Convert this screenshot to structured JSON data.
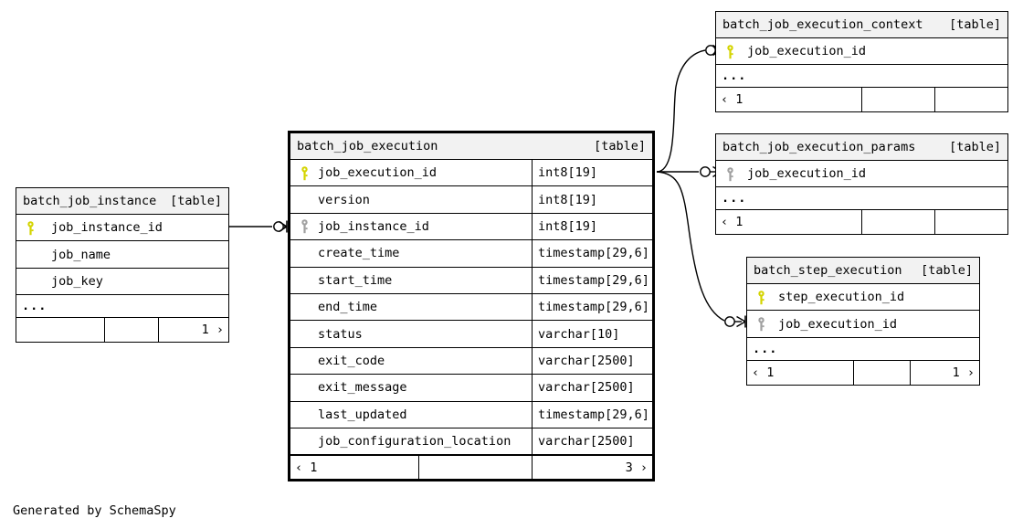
{
  "diagram": {
    "kind": "entity-relationship-diagram",
    "credit": "Generated by SchemaSpy",
    "table_tag": "[table]",
    "ellipsis": "...",
    "colors": {
      "primary_key": "#d4d400",
      "foreign_key": "#a0a0a0",
      "header_background": "#f2f2f2",
      "border": "#000000",
      "page_background": "#ffffff"
    }
  },
  "tables": {
    "batch_job_instance": {
      "name": "batch_job_instance",
      "tag": "[table]",
      "columns": [
        {
          "name": "job_instance_id",
          "type": "",
          "key": "primary"
        },
        {
          "name": "job_name",
          "type": "",
          "key": "none"
        },
        {
          "name": "job_key",
          "type": "",
          "key": "none"
        }
      ],
      "more_indicator": "...",
      "footer": {
        "left": "",
        "middle": "",
        "right": "1 ›"
      }
    },
    "batch_job_execution": {
      "name": "batch_job_execution",
      "tag": "[table]",
      "columns": [
        {
          "name": "job_execution_id",
          "type": "int8[19]",
          "key": "primary"
        },
        {
          "name": "version",
          "type": "int8[19]",
          "key": "none"
        },
        {
          "name": "job_instance_id",
          "type": "int8[19]",
          "key": "foreign"
        },
        {
          "name": "create_time",
          "type": "timestamp[29,6]",
          "key": "none"
        },
        {
          "name": "start_time",
          "type": "timestamp[29,6]",
          "key": "none"
        },
        {
          "name": "end_time",
          "type": "timestamp[29,6]",
          "key": "none"
        },
        {
          "name": "status",
          "type": "varchar[10]",
          "key": "none"
        },
        {
          "name": "exit_code",
          "type": "varchar[2500]",
          "key": "none"
        },
        {
          "name": "exit_message",
          "type": "varchar[2500]",
          "key": "none"
        },
        {
          "name": "last_updated",
          "type": "timestamp[29,6]",
          "key": "none"
        },
        {
          "name": "job_configuration_location",
          "type": "varchar[2500]",
          "key": "none"
        }
      ],
      "footer": {
        "left": "‹ 1",
        "middle": "",
        "right": "3 ›"
      }
    },
    "batch_job_execution_context": {
      "name": "batch_job_execution_context",
      "tag": "[table]",
      "columns": [
        {
          "name": "job_execution_id",
          "type": "",
          "key": "primary"
        }
      ],
      "more_indicator": "...",
      "footer": {
        "left": "‹ 1",
        "middle": "",
        "right": ""
      }
    },
    "batch_job_execution_params": {
      "name": "batch_job_execution_params",
      "tag": "[table]",
      "columns": [
        {
          "name": "job_execution_id",
          "type": "",
          "key": "foreign"
        }
      ],
      "more_indicator": "...",
      "footer": {
        "left": "‹ 1",
        "middle": "",
        "right": ""
      }
    },
    "batch_step_execution": {
      "name": "batch_step_execution",
      "tag": "[table]",
      "columns": [
        {
          "name": "step_execution_id",
          "type": "",
          "key": "primary"
        },
        {
          "name": "job_execution_id",
          "type": "",
          "key": "foreign"
        }
      ],
      "more_indicator": "...",
      "footer": {
        "left": "‹ 1",
        "middle": "",
        "right": "1 ›"
      }
    }
  },
  "relationships": [
    {
      "from": "batch_job_instance.job_instance_id",
      "to": "batch_job_execution.job_instance_id",
      "notation": "zero-or-many"
    },
    {
      "from": "batch_job_execution.job_execution_id",
      "to": "batch_job_execution_context.job_execution_id",
      "notation": "zero-or-many"
    },
    {
      "from": "batch_job_execution.job_execution_id",
      "to": "batch_job_execution_params.job_execution_id",
      "notation": "zero-or-many"
    },
    {
      "from": "batch_job_execution.job_execution_id",
      "to": "batch_step_execution.job_execution_id",
      "notation": "zero-or-many"
    }
  ]
}
